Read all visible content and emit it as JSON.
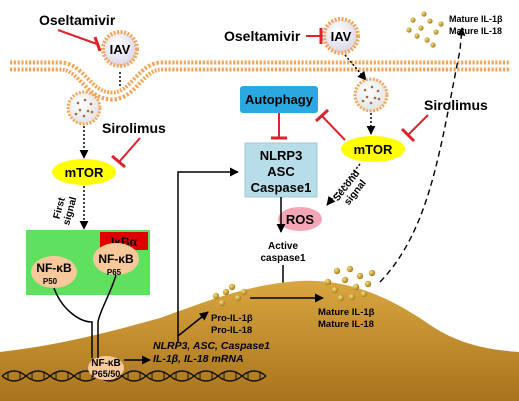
{
  "drugs": {
    "left": "Oseltamivir",
    "right": "Oseltamivir",
    "sirolimus_left": "Sirolimus",
    "sirolimus_right": "Sirolimus"
  },
  "virus": {
    "left": "IAV",
    "right": "IAV"
  },
  "mtor": {
    "left": "mTOR",
    "right": "mTOR"
  },
  "autophagy": "Autophagy",
  "inflammasome": {
    "line1": "NLRP3",
    "line2": "ASC",
    "line3": "Caspase1"
  },
  "ros": "ROS",
  "signals": {
    "first": [
      "First",
      "signal"
    ],
    "second": [
      "Second",
      "signal"
    ]
  },
  "nfkb_panel": {
    "ikba": "IκBα",
    "p50_name": "NF-κB",
    "p50_sub": "P50",
    "p65_name": "NF-κB",
    "p65_sub": "P65"
  },
  "nucleus": {
    "nfkb": "NF-κB",
    "nfkb_sub": "P65/50",
    "mrna_line1": "NLRP3, ASC, Caspase1",
    "mrna_line2": "IL-1β, IL-18 mRNA",
    "pro_line1": "Pro-IL-1β",
    "pro_line2": "Pro-IL-18",
    "mature_line1": "Mature IL-1β",
    "mature_line2": "Mature IL-18"
  },
  "active_caspase": {
    "line1": "Active",
    "line2": "caspase1"
  },
  "secreted": {
    "line1": "Mature IL-1β",
    "line2": "Mature IL-18"
  },
  "colors": {
    "mtor_fill": "#ffff00",
    "autophagy_fill": "#29a9e0",
    "inflammasome_fill": "#b7dde8",
    "ros_fill": "#f4a6b6",
    "panel_green": "#5fe05f",
    "ikba_red": "#e00000",
    "nfkb_fill": "#f7c99a",
    "nucleus_gold": "#d19c34",
    "membrane_orange": "#f2a65a",
    "inhibit_red": "#e0202a"
  }
}
